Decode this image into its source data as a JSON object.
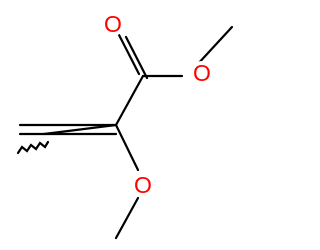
{
  "molecule": {
    "name": "",
    "atoms": {
      "o_carbonyl": {
        "symbol": "O",
        "color": "#ff0000"
      },
      "o_ester": {
        "symbol": "O",
        "color": "#ff0000"
      },
      "o_methoxy": {
        "symbol": "O",
        "color": "#ff0000"
      }
    },
    "bond_color": "#000000",
    "stereo_bond": "wavy"
  }
}
